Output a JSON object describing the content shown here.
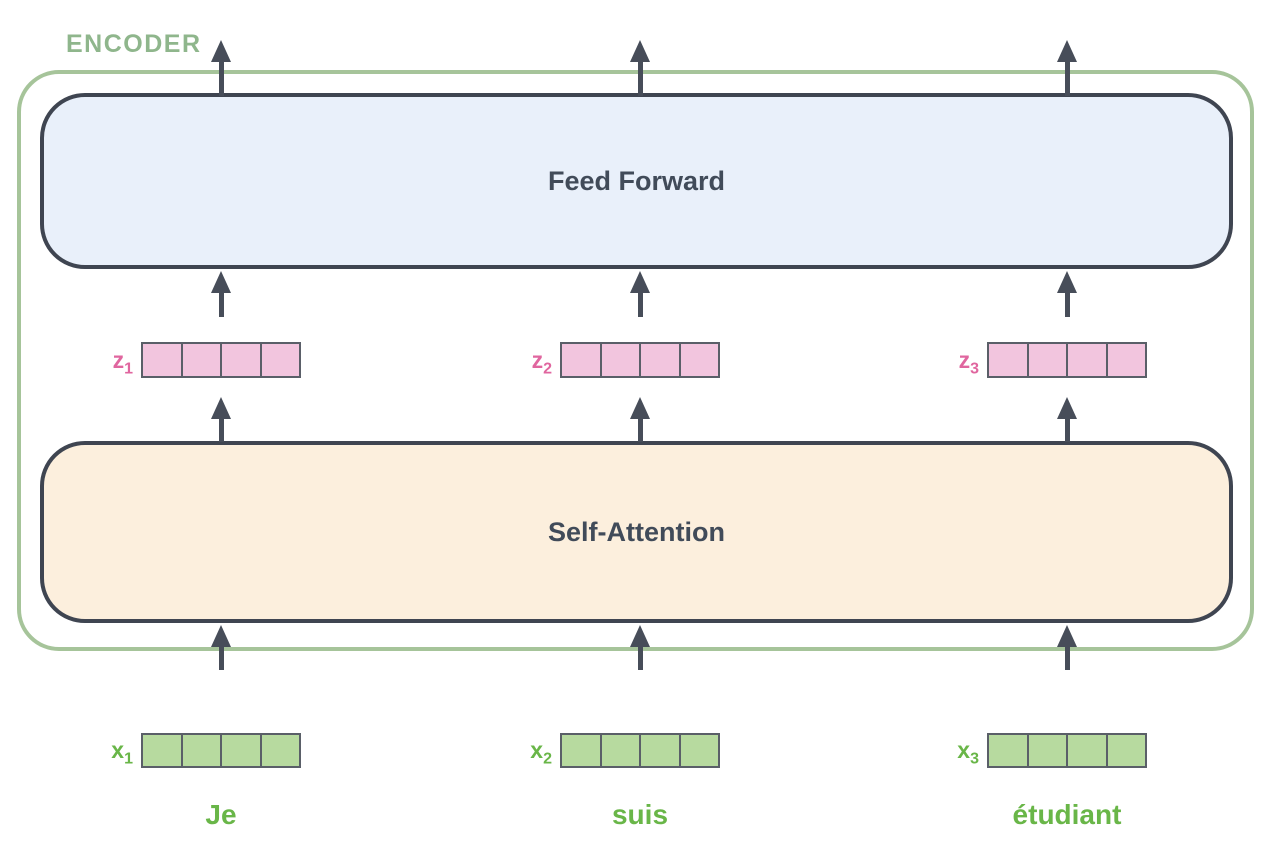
{
  "diagram": {
    "encoder_label": "ENCODER",
    "blocks": {
      "feed_forward": "Feed Forward",
      "self_attention": "Self-Attention"
    },
    "columns": [
      {
        "word": "Je",
        "input": {
          "base": "x",
          "sub": "1"
        },
        "output": {
          "base": "z",
          "sub": "1"
        }
      },
      {
        "word": "suis",
        "input": {
          "base": "x",
          "sub": "2"
        },
        "output": {
          "base": "z",
          "sub": "2"
        }
      },
      {
        "word": "étudiant",
        "input": {
          "base": "x",
          "sub": "3"
        },
        "output": {
          "base": "z",
          "sub": "3"
        }
      }
    ],
    "cells_per_vector": 4,
    "colors": {
      "encoder_border": "#a6c49a",
      "encoder_label": "#8fb68c",
      "feed_forward_fill": "#e9f0fa",
      "self_attention_fill": "#fcefdd",
      "block_border": "#3f4551",
      "block_text": "#414b59",
      "arrow": "#474d59",
      "z_vector_fill": "#f2c5de",
      "z_label": "#e0669f",
      "x_vector_fill": "#b7da9f",
      "green_text": "#69b648",
      "cell_border": "#5a5f68"
    }
  }
}
